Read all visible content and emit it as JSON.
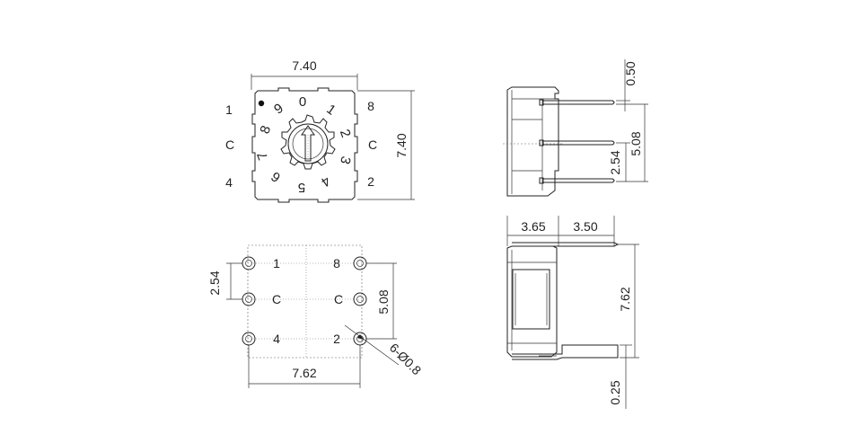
{
  "top_view": {
    "dimensions": {
      "width": "7.40",
      "height": "7.40"
    },
    "pin_labels": {
      "top_left": "1",
      "top_right": "8",
      "mid_left": "C",
      "mid_right": "C",
      "bottom_left": "4",
      "bottom_right": "2"
    },
    "dial_digits": [
      "0",
      "1",
      "2",
      "3",
      "4",
      "5",
      "6",
      "7",
      "8",
      "9"
    ]
  },
  "side_view": {
    "dimensions": {
      "pin_thickness": "0.50",
      "pin_span": "5.08",
      "pin_pitch": "2.54"
    }
  },
  "footprint_view": {
    "dimensions": {
      "pitch": "2.54",
      "row_span": "5.08",
      "width": "7.62",
      "holes": "6-Ø0.8"
    },
    "pad_labels": {
      "top_left": "1",
      "top_right": "8",
      "mid_left": "C",
      "mid_right": "C",
      "bottom_left": "4",
      "bottom_right": "2"
    }
  },
  "front_view": {
    "dimensions": {
      "left_width": "3.65",
      "right_width": "3.50",
      "height": "7.62",
      "standoff": "0.25"
    }
  }
}
